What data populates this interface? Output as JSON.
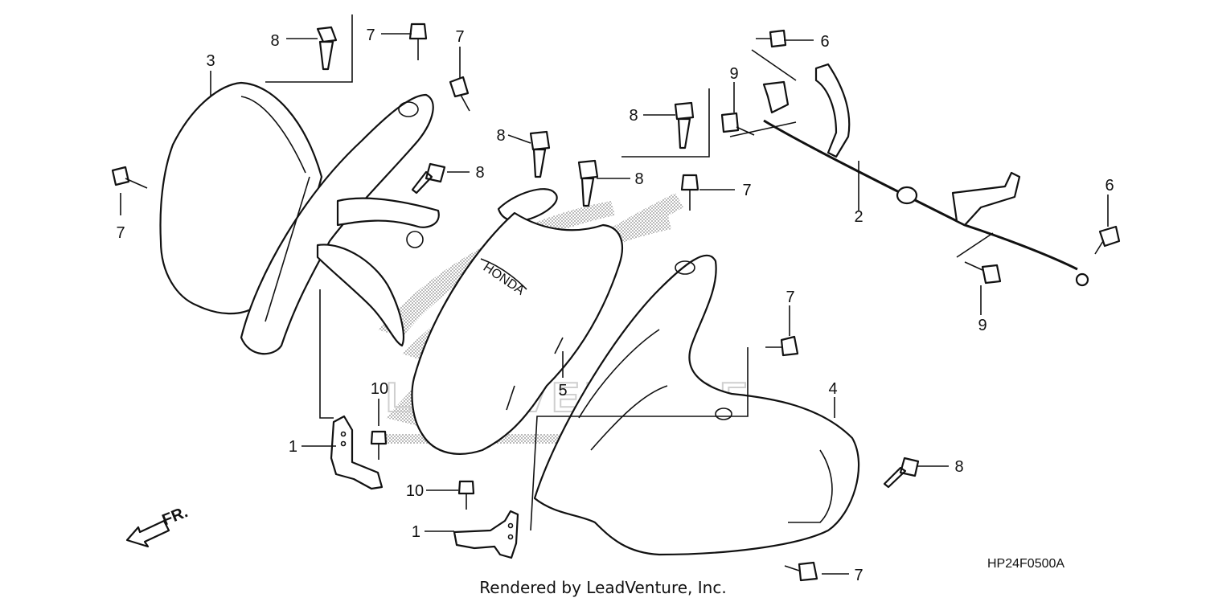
{
  "diagram": {
    "callouts": [
      "1",
      "1",
      "2",
      "3",
      "4",
      "5",
      "6",
      "6",
      "7",
      "7",
      "7",
      "7",
      "7",
      "7",
      "8",
      "8",
      "8",
      "8",
      "8",
      "8",
      "9",
      "9",
      "10",
      "10"
    ],
    "direction_label": "FR.",
    "diagram_code": "HP24F0500A",
    "credit": "Rendered by LeadVenture, Inc.",
    "watermark": "LEADVENTURE",
    "colors": {
      "line": "#111111",
      "screen": "#9a9a9a",
      "watermark": "#cfcfcf"
    }
  }
}
